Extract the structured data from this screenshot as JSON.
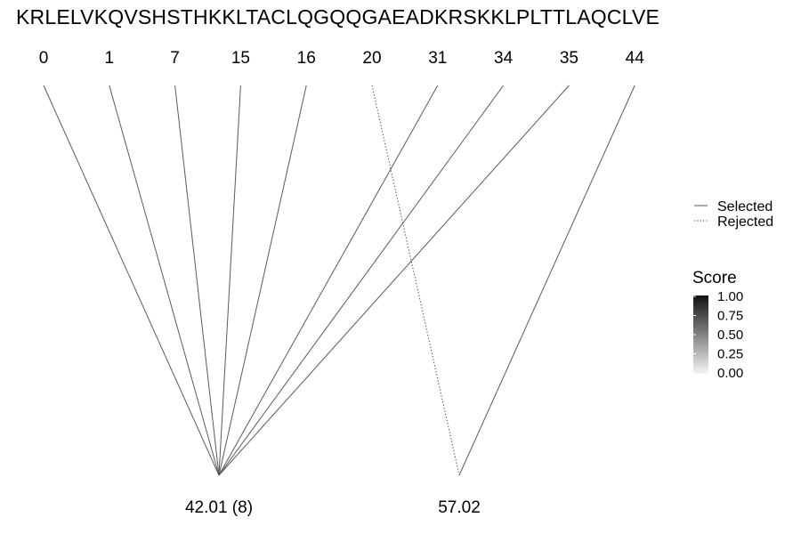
{
  "sequence": "KRLELVKQVSHSTHKKLTACLQGQQGAEADKRSKKLPLTTLAQCLVE",
  "chart_data": {
    "type": "line",
    "positions": [
      "0",
      "1",
      "7",
      "15",
      "16",
      "20",
      "31",
      "34",
      "35",
      "44"
    ],
    "groups": [
      {
        "label": "42.01 (8)",
        "positions": [
          "0",
          "1",
          "7",
          "15",
          "16",
          "31",
          "34",
          "35"
        ]
      },
      {
        "label": "57.02",
        "positions": [
          "44"
        ]
      }
    ],
    "connections": [
      {
        "position": "0",
        "group": "42.01 (8)",
        "status": "Selected"
      },
      {
        "position": "1",
        "group": "42.01 (8)",
        "status": "Selected"
      },
      {
        "position": "7",
        "group": "42.01 (8)",
        "status": "Selected"
      },
      {
        "position": "15",
        "group": "42.01 (8)",
        "status": "Selected"
      },
      {
        "position": "16",
        "group": "42.01 (8)",
        "status": "Selected"
      },
      {
        "position": "31",
        "group": "42.01 (8)",
        "status": "Selected"
      },
      {
        "position": "34",
        "group": "42.01 (8)",
        "status": "Selected"
      },
      {
        "position": "35",
        "group": "42.01 (8)",
        "status": "Selected"
      },
      {
        "position": "20",
        "group": "57.02",
        "status": "Rejected"
      },
      {
        "position": "44",
        "group": "57.02",
        "status": "Selected"
      }
    ],
    "legend": {
      "linetype": [
        "Selected",
        "Rejected"
      ],
      "score_title": "Score",
      "score_ticks": [
        "1.00",
        "0.75",
        "0.50",
        "0.25",
        "0.00"
      ],
      "score_range": [
        0,
        1
      ],
      "placement": "right"
    },
    "colors": {
      "line": "#5a5a5a",
      "gradient_high": "#111111",
      "gradient_low": "#f5f5f5"
    }
  }
}
